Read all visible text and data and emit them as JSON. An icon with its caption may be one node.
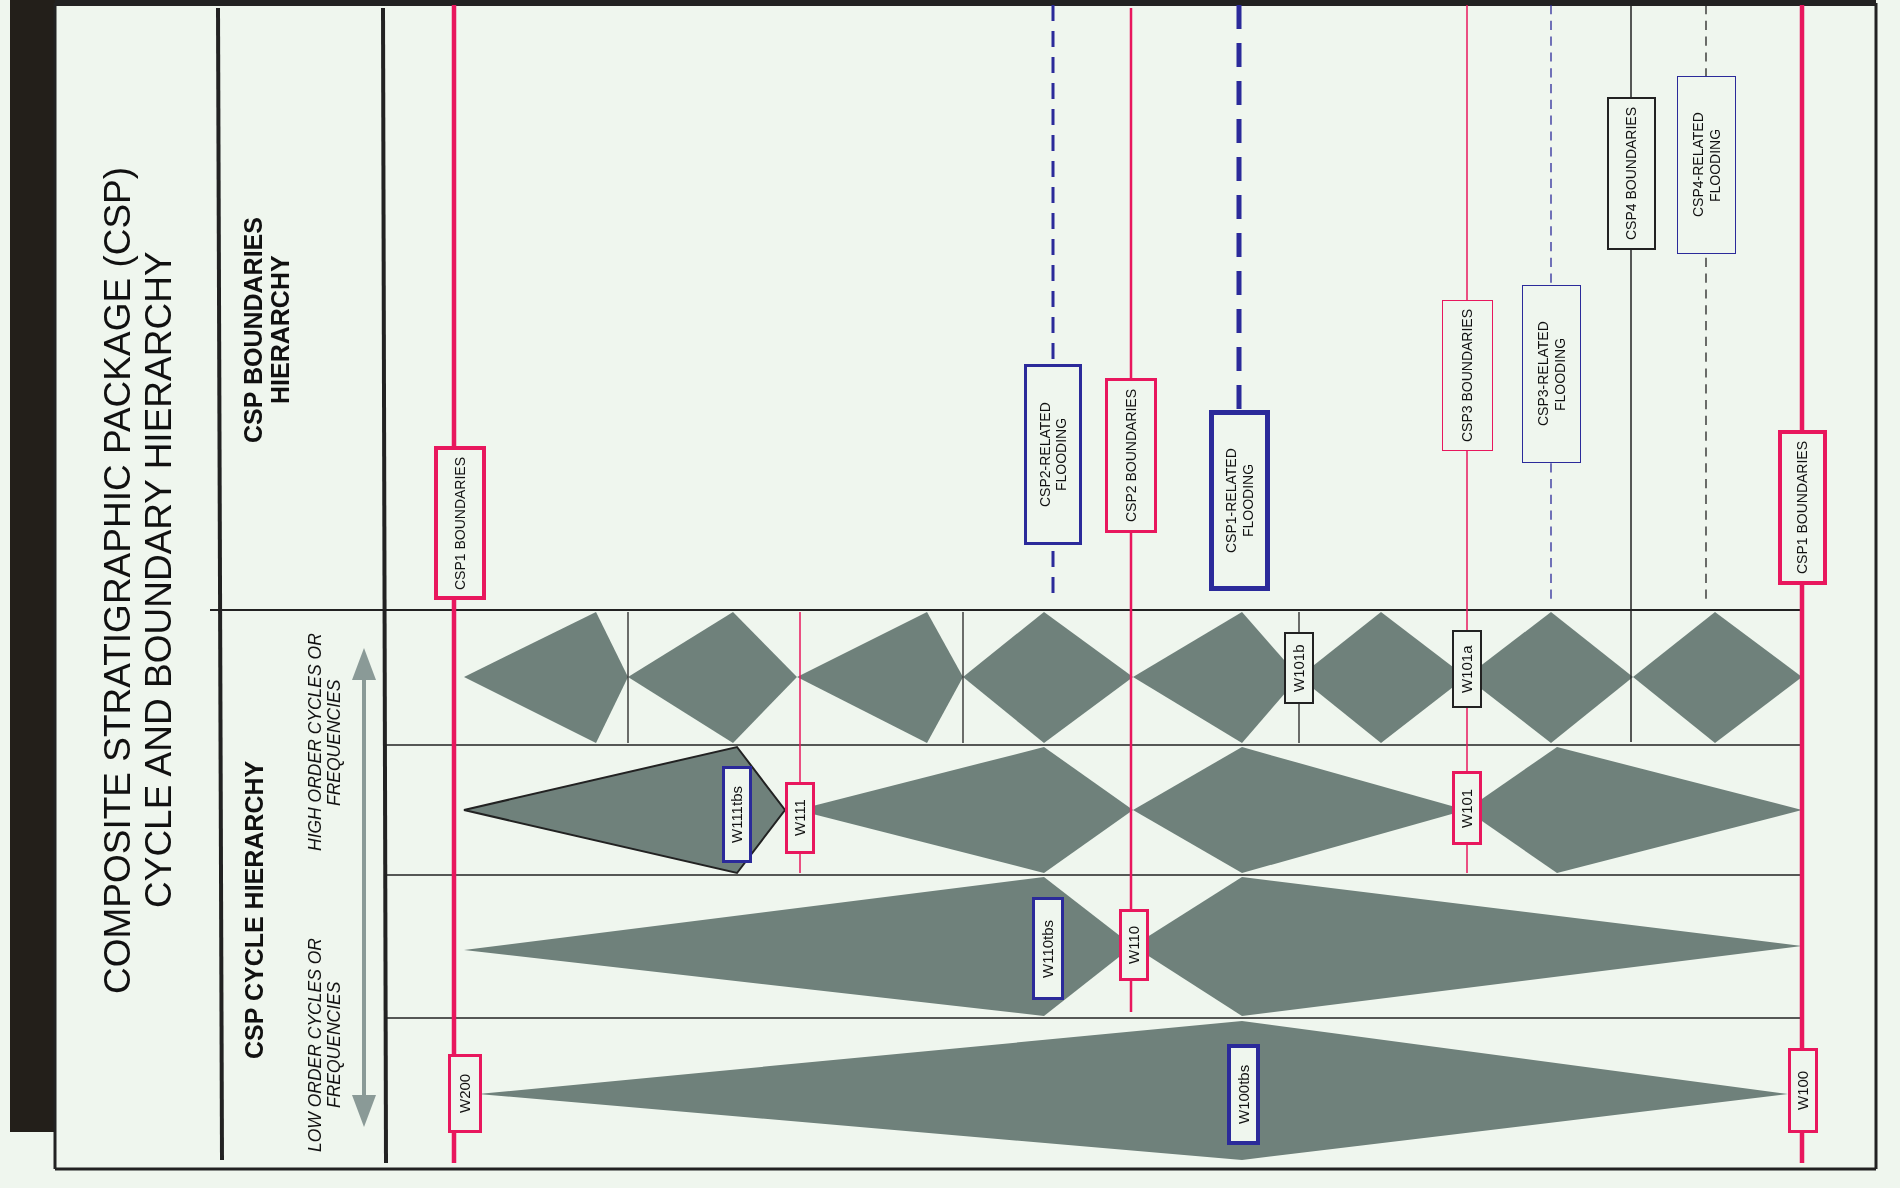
{
  "diagram": {
    "title": "COMPOSITE STRATIGRAPHIC PACKAGE (CSP) CYCLE AND BOUNDARY HIERARCHY",
    "nodes": [
      {
        "text": [
          "CSP1 BOUNDARIES"
        ]
      },
      {
        "text": [
          "CSP2-RELATED FLOODING"
        ]
      },
      {
        "text": [
          "CSP2 BOUNDARIES"
        ]
      },
      {
        "text": [
          "CSP1-RELATED FLOODING"
        ]
      },
      {
        "text": [
          "CSP3 BOUNDARIES"
        ]
      },
      {
        "text": [
          "CSP3-RELATED FLOODING"
        ]
      },
      {
        "text": [
          "CSP4 BOUNDARIES"
        ]
      },
      {
        "text": [
          "CSP4-RELATED FLOODING"
        ]
      },
      {
        "text": [
          "CSP1 BOUNDARIES"
        ]
      },
      {
        "text": [
          "W101b"
        ]
      },
      {
        "text": [
          "W101a"
        ]
      },
      {
        "text": [
          "W111tbs"
        ]
      },
      {
        "text": [
          "W111"
        ]
      },
      {
        "text": [
          "W101"
        ]
      },
      {
        "text": [
          "W110tbs"
        ]
      },
      {
        "text": [
          "W110"
        ]
      },
      {
        "text": [
          "W200"
        ]
      },
      {
        "text": [
          "W100tbs"
        ]
      },
      {
        "text": [
          "W100"
        ]
      }
    ],
    "labels": [
      "CSP BOUNDARIES HIERARCHY",
      "CSP CYCLE HIERARCHY",
      "HIGH ORDER CYCLES OR FREQUENCIES",
      "LOW ORDER CYCLES OR FREQUENCIES"
    ]
  }
}
